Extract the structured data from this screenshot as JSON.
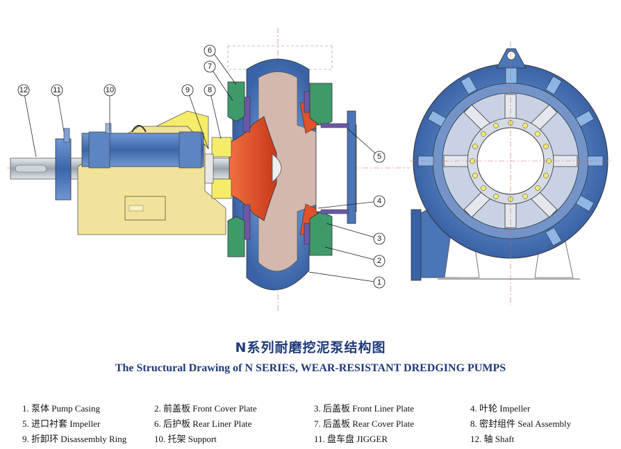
{
  "title_cn": "N系列耐磨挖泥泵结构图",
  "title_en": "The Structural Drawing of N SERIES, WEAR-RESISTANT DREDGING PUMPS",
  "callouts": [
    "1",
    "2",
    "3",
    "4",
    "5",
    "6",
    "7",
    "8",
    "9",
    "10",
    "11",
    "12"
  ],
  "legend": [
    "1. 泵体 Pump Casing",
    "2. 前盖板 Front Cover Plate",
    "3. 后盖板 Front Liner Plate",
    "4. 叶轮 Impeller",
    "5. 进口衬套 Impeller",
    "6. 后护板 Rear Liner Plate",
    "7. 后盖板 Rear Cover Plate",
    "8. 密封组件  Seal Assembly",
    "9. 折卸环 Disassembly Ring",
    "10. 托架 Support",
    "11. 盘车盘 JIGGER",
    "12. 轴 Shaft"
  ],
  "colors": {
    "casing_blue": "#4a76b8",
    "liner_red": "#e0522a",
    "cover_green": "#3f9a6a",
    "liner_purple": "#6a58a8",
    "support_yellow": "#f2e39a",
    "shaft_gray": "#b8c0c8",
    "title_blue": "#1f3a7a"
  }
}
